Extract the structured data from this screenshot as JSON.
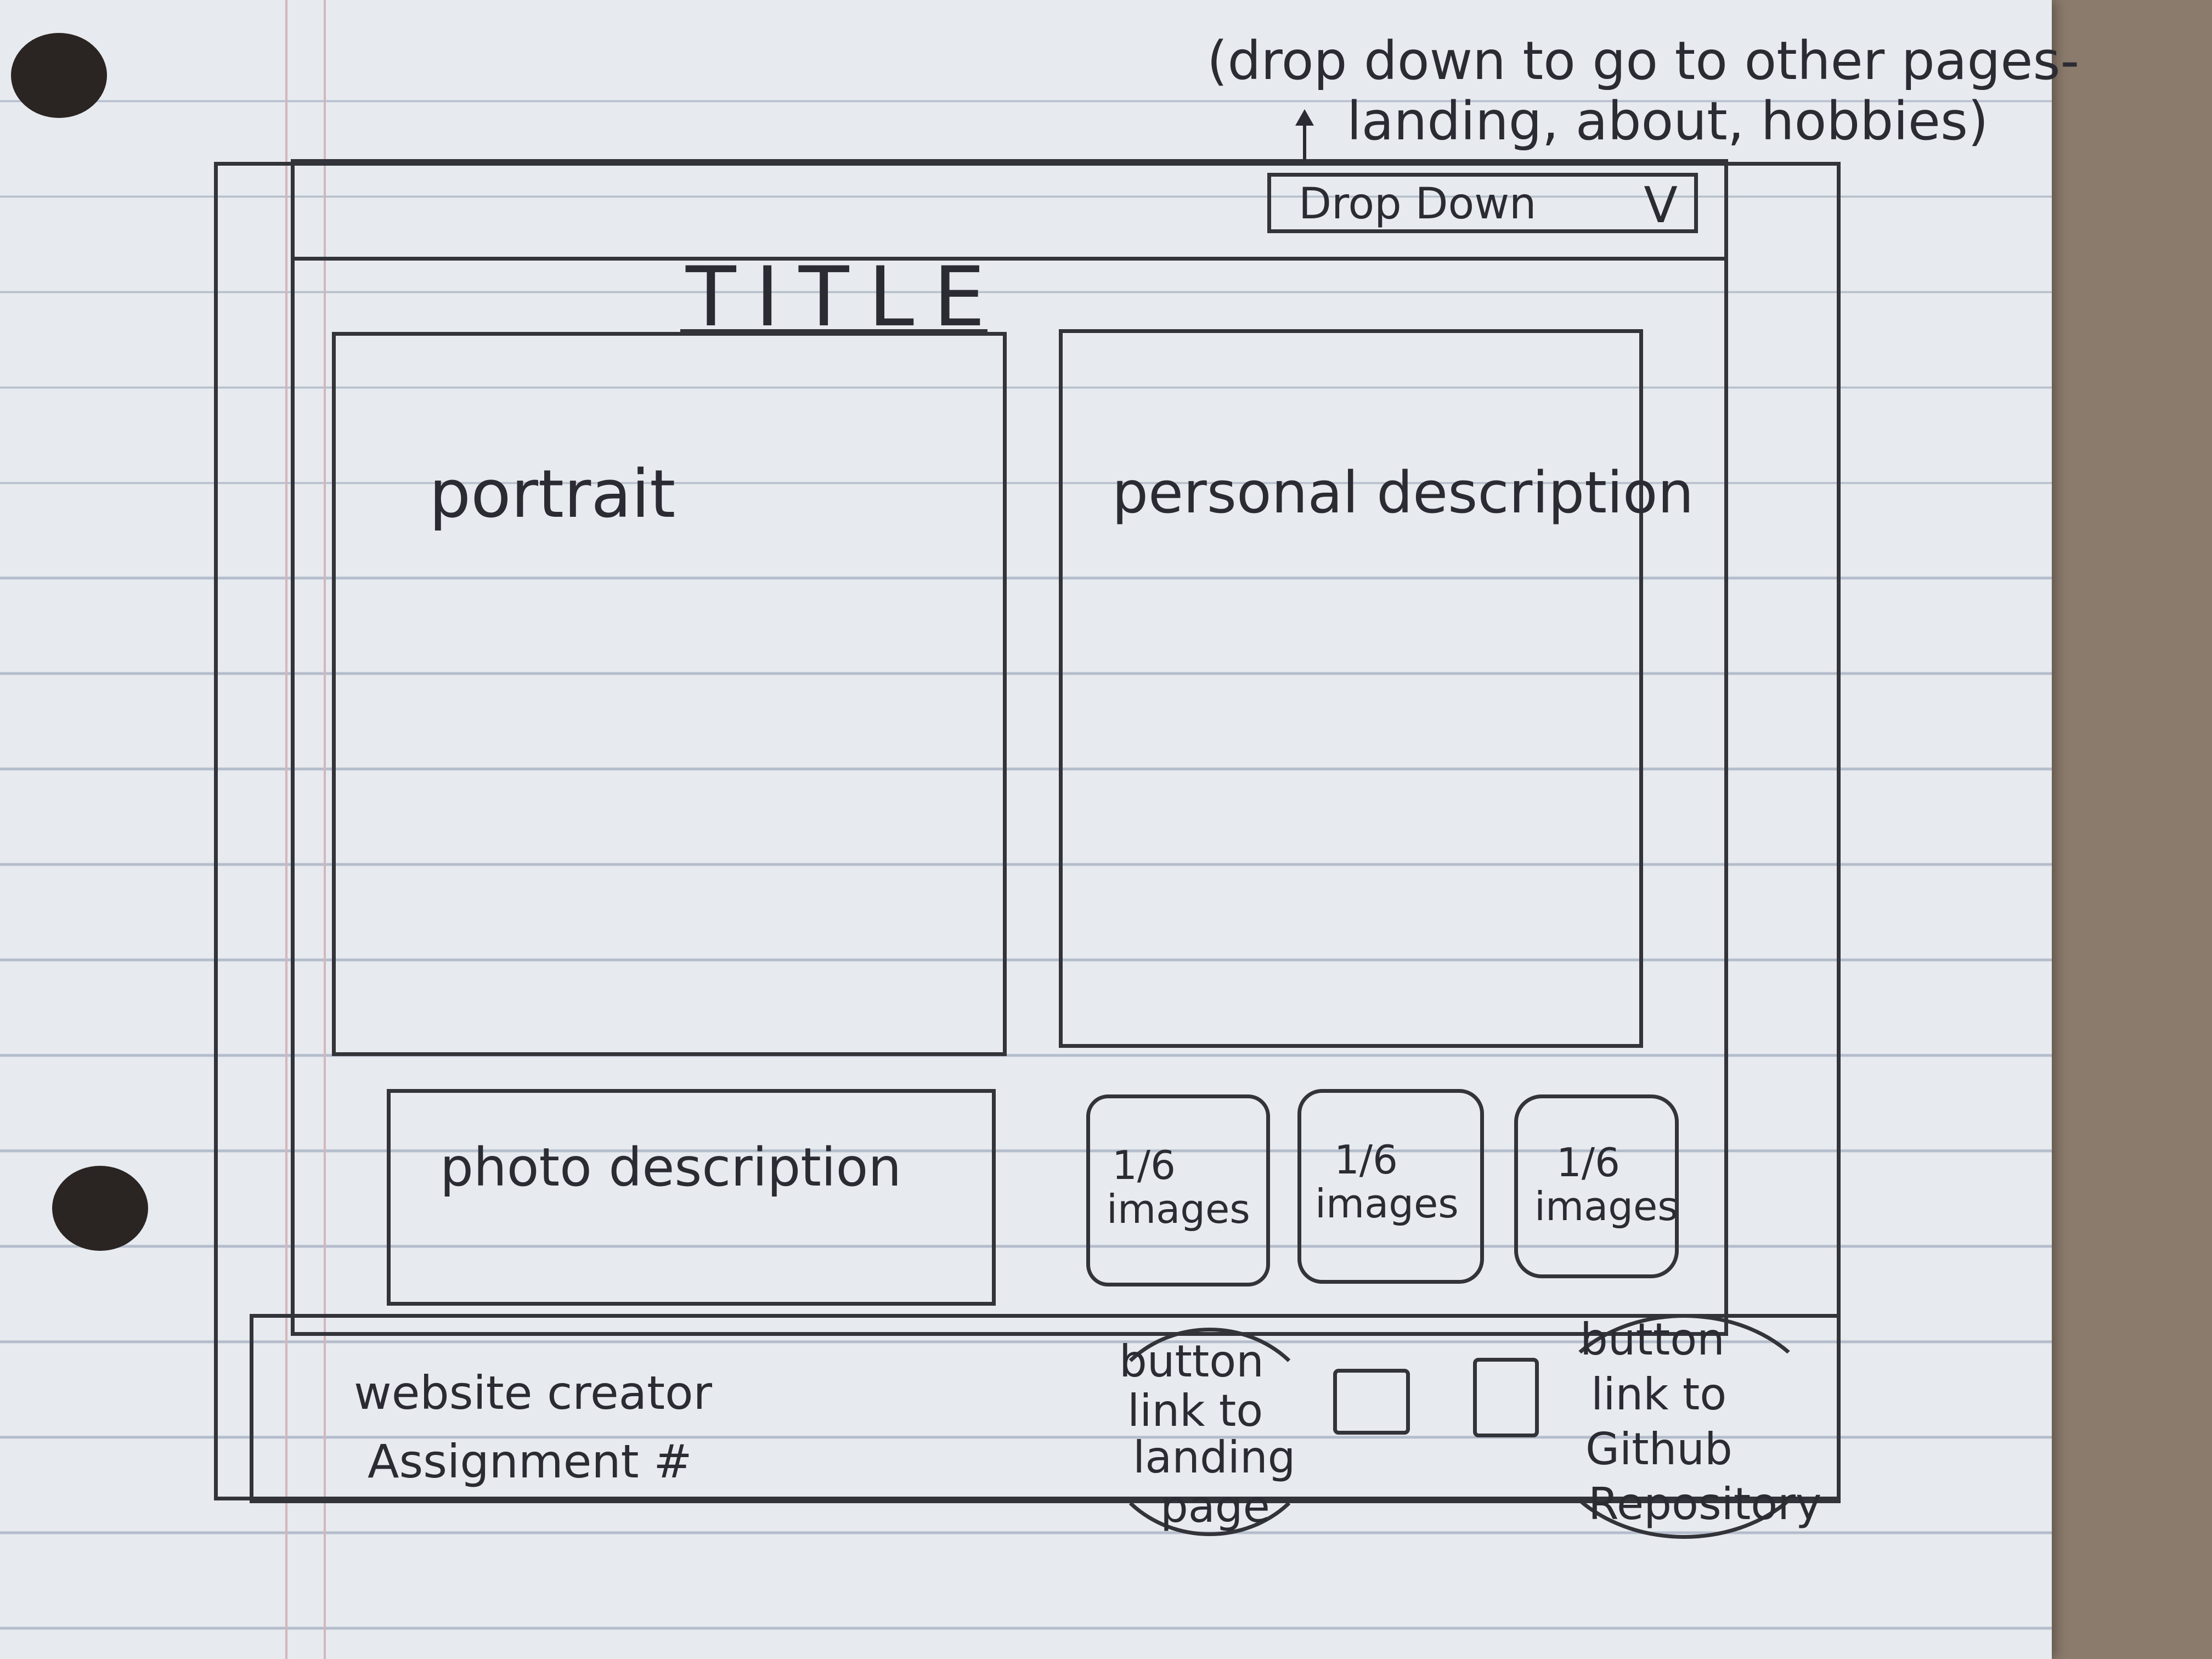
{
  "annotation": {
    "line1": "(drop down to go to other pages-",
    "line2": "landing, about, hobbies)"
  },
  "header": {
    "dropdown_label": "Drop Down",
    "dropdown_icon": "chevron-down-icon"
  },
  "main": {
    "title": "TITLE",
    "portrait_label": "portrait",
    "personal_description_label": "personal description",
    "photo_description_label": "photo description",
    "image_tiles": [
      {
        "fraction": "1/6",
        "label": "images"
      },
      {
        "fraction": "1/6",
        "label": "images"
      },
      {
        "fraction": "1/6",
        "label": "images"
      }
    ]
  },
  "footer": {
    "website_creator": "website creator",
    "assignment": "Assignment #",
    "landing_note": [
      "button",
      "link to",
      "landing",
      "page"
    ],
    "github_note": [
      "button",
      "link to",
      "Github",
      "Repository"
    ]
  }
}
